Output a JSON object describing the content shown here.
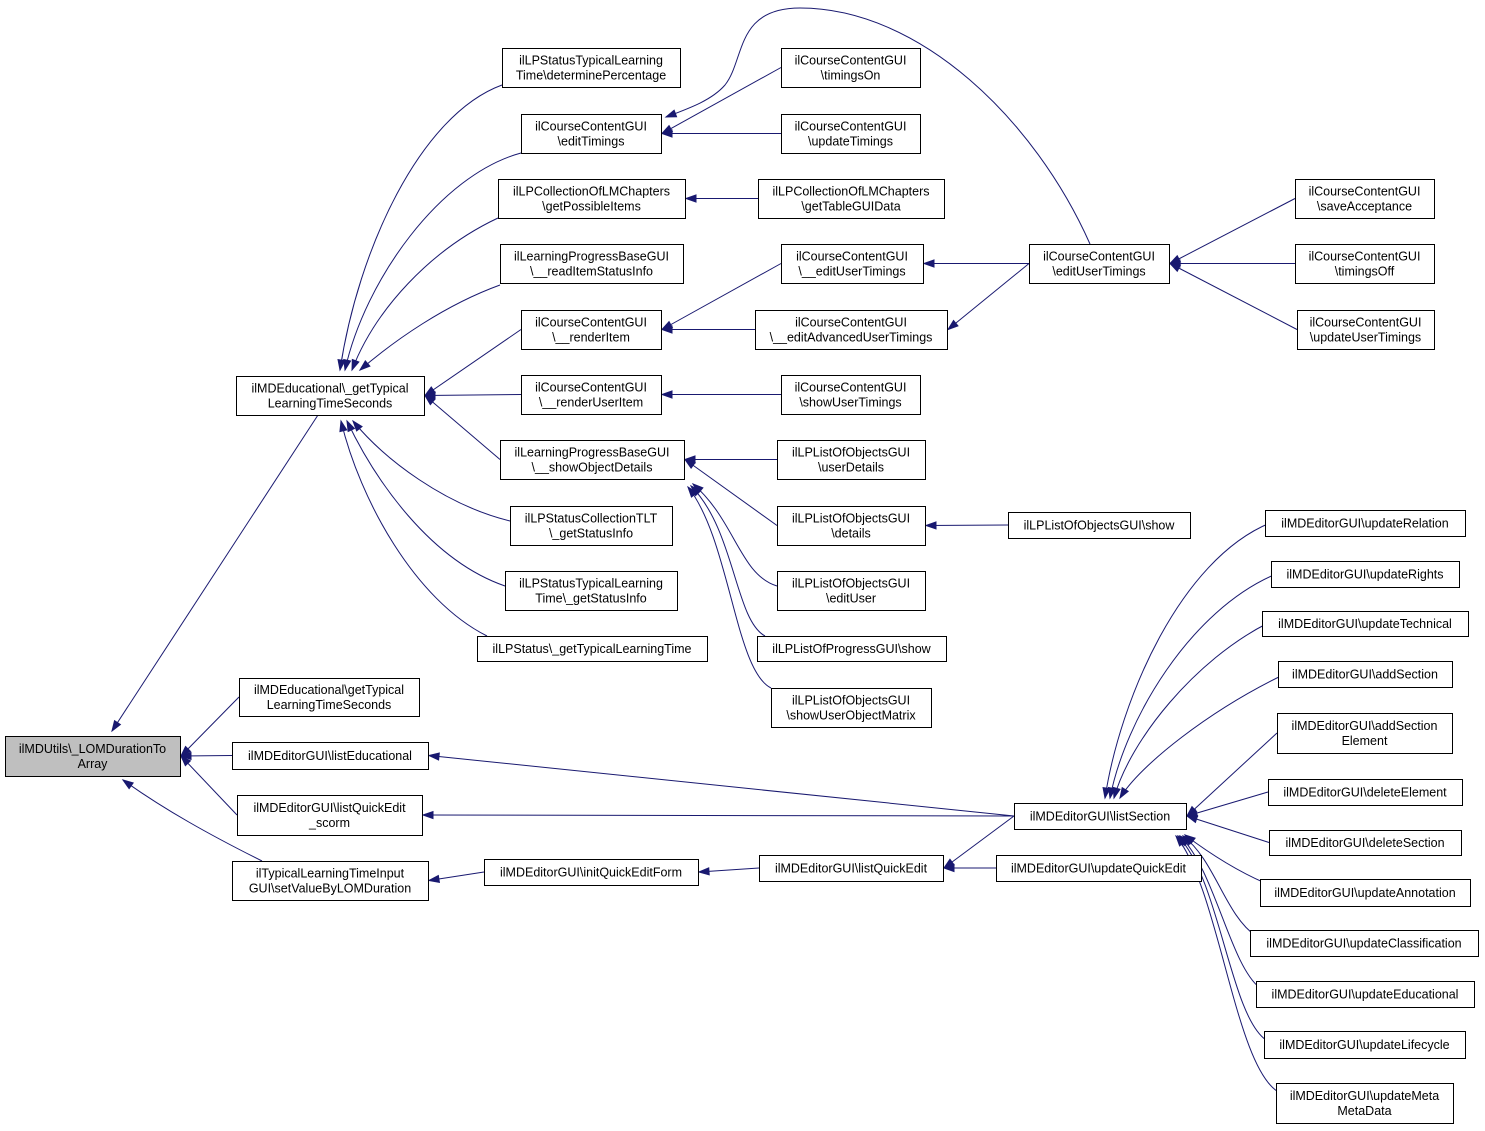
{
  "diagram": {
    "nodes": [
      {
        "id": "root",
        "lines": [
          "ilMDUtils\\_LOMDurationTo",
          "Array"
        ]
      },
      {
        "id": "ed_get",
        "lines": [
          "ilMDEducational\\_getTypical",
          "LearningTimeSeconds"
        ]
      },
      {
        "id": "ed_get2",
        "lines": [
          "ilMDEducational\\getTypical",
          "LearningTimeSeconds"
        ]
      },
      {
        "id": "listEdu",
        "lines": [
          "ilMDEditorGUI\\listEducational"
        ]
      },
      {
        "id": "listQES",
        "lines": [
          "ilMDEditorGUI\\listQuickEdit",
          "_scorm"
        ]
      },
      {
        "id": "tlt",
        "lines": [
          "ilTypicalLearningTimeInput",
          "GUI\\setValueByLOMDuration"
        ]
      },
      {
        "id": "lpsDet",
        "lines": [
          "ilLPStatusTypicalLearning",
          "Time\\determinePercentage"
        ]
      },
      {
        "id": "ccEditT",
        "lines": [
          "ilCourseContentGUI",
          "\\editTimings"
        ]
      },
      {
        "id": "lpcGet",
        "lines": [
          "ilLPCollectionOfLMChapters",
          "\\getPossibleItems"
        ]
      },
      {
        "id": "lpbRead",
        "lines": [
          "ilLearningProgressBaseGUI",
          "\\__readItemStatusInfo"
        ]
      },
      {
        "id": "ccRender",
        "lines": [
          "ilCourseContentGUI",
          "\\__renderItem"
        ]
      },
      {
        "id": "ccRenderU",
        "lines": [
          "ilCourseContentGUI",
          "\\__renderUserItem"
        ]
      },
      {
        "id": "lpbShow",
        "lines": [
          "ilLearningProgressBaseGUI",
          "\\__showObjectDetails"
        ]
      },
      {
        "id": "lpsColl",
        "lines": [
          "ilLPStatusCollectionTLT",
          "\\_getStatusInfo"
        ]
      },
      {
        "id": "lpsTyp",
        "lines": [
          "ilLPStatusTypicalLearning",
          "Time\\_getStatusInfo"
        ]
      },
      {
        "id": "lpsGetTLT",
        "lines": [
          "ilLPStatus\\_getTypicalLearningTime"
        ]
      },
      {
        "id": "ccTOn",
        "lines": [
          "ilCourseContentGUI",
          "\\timingsOn"
        ]
      },
      {
        "id": "ccUpdT",
        "lines": [
          "ilCourseContentGUI",
          "\\updateTimings"
        ]
      },
      {
        "id": "lpcTable",
        "lines": [
          "ilLPCollectionOfLMChapters",
          "\\getTableGUIData"
        ]
      },
      {
        "id": "ccEUT2",
        "lines": [
          "ilCourseContentGUI",
          "\\__editUserTimings"
        ]
      },
      {
        "id": "ccEAdv",
        "lines": [
          "ilCourseContentGUI",
          "\\__editAdvancedUserTimings"
        ]
      },
      {
        "id": "ccShowUT",
        "lines": [
          "ilCourseContentGUI",
          "\\showUserTimings"
        ]
      },
      {
        "id": "lploUser",
        "lines": [
          "ilLPListOfObjectsGUI",
          "\\userDetails"
        ]
      },
      {
        "id": "lploDet",
        "lines": [
          "ilLPListOfObjectsGUI",
          "\\details"
        ]
      },
      {
        "id": "lploEdit",
        "lines": [
          "ilLPListOfObjectsGUI",
          "\\editUser"
        ]
      },
      {
        "id": "lppShow",
        "lines": [
          "ilLPListOfProgressGUI\\show"
        ]
      },
      {
        "id": "lploMatrix",
        "lines": [
          "ilLPListOfObjectsGUI",
          "\\showUserObjectMatrix"
        ]
      },
      {
        "id": "ccEUT",
        "lines": [
          "ilCourseContentGUI",
          "\\editUserTimings"
        ]
      },
      {
        "id": "lploShow",
        "lines": [
          "ilLPListOfObjectsGUI\\show"
        ]
      },
      {
        "id": "ccSave",
        "lines": [
          "ilCourseContentGUI",
          "\\saveAcceptance"
        ]
      },
      {
        "id": "ccTOff",
        "lines": [
          "ilCourseContentGUI",
          "\\timingsOff"
        ]
      },
      {
        "id": "ccUpdUT",
        "lines": [
          "ilCourseContentGUI",
          "\\updateUserTimings"
        ]
      },
      {
        "id": "initQE",
        "lines": [
          "ilMDEditorGUI\\initQuickEditForm"
        ]
      },
      {
        "id": "listQE",
        "lines": [
          "ilMDEditorGUI\\listQuickEdit"
        ]
      },
      {
        "id": "listSec",
        "lines": [
          "ilMDEditorGUI\\listSection"
        ]
      },
      {
        "id": "updQE",
        "lines": [
          "ilMDEditorGUI\\updateQuickEdit"
        ]
      },
      {
        "id": "updRel",
        "lines": [
          "ilMDEditorGUI\\updateRelation"
        ]
      },
      {
        "id": "updRights",
        "lines": [
          "ilMDEditorGUI\\updateRights"
        ]
      },
      {
        "id": "updTech",
        "lines": [
          "ilMDEditorGUI\\updateTechnical"
        ]
      },
      {
        "id": "addSec",
        "lines": [
          "ilMDEditorGUI\\addSection"
        ]
      },
      {
        "id": "addSecEl",
        "lines": [
          "ilMDEditorGUI\\addSection",
          "Element"
        ]
      },
      {
        "id": "delEl",
        "lines": [
          "ilMDEditorGUI\\deleteElement"
        ]
      },
      {
        "id": "delSec",
        "lines": [
          "ilMDEditorGUI\\deleteSection"
        ]
      },
      {
        "id": "updAnn",
        "lines": [
          "ilMDEditorGUI\\updateAnnotation"
        ]
      },
      {
        "id": "updClass",
        "lines": [
          "ilMDEditorGUI\\updateClassification"
        ]
      },
      {
        "id": "updEdu",
        "lines": [
          "ilMDEditorGUI\\updateEducational"
        ]
      },
      {
        "id": "updLife",
        "lines": [
          "ilMDEditorGUI\\updateLifecycle"
        ]
      },
      {
        "id": "updMeta",
        "lines": [
          "ilMDEditorGUI\\updateMeta",
          "MetaData"
        ]
      }
    ],
    "edges": [
      [
        "ed_get",
        "root"
      ],
      [
        "ed_get2",
        "root"
      ],
      [
        "listEdu",
        "root"
      ],
      [
        "listQES",
        "root"
      ],
      [
        "tlt",
        "root"
      ],
      [
        "lpsDet",
        "ed_get"
      ],
      [
        "ccEditT",
        "ed_get"
      ],
      [
        "lpcGet",
        "ed_get"
      ],
      [
        "lpbRead",
        "ed_get"
      ],
      [
        "ccRender",
        "ed_get"
      ],
      [
        "ccRenderU",
        "ed_get"
      ],
      [
        "lpbShow",
        "ed_get"
      ],
      [
        "lpsColl",
        "ed_get"
      ],
      [
        "lpsTyp",
        "ed_get"
      ],
      [
        "lpsGetTLT",
        "ed_get"
      ],
      [
        "ccTOn",
        "ccEditT"
      ],
      [
        "ccUpdT",
        "ccEditT"
      ],
      [
        "ccEUT",
        "ccEditT"
      ],
      [
        "lpcTable",
        "lpcGet"
      ],
      [
        "ccEUT2",
        "ccRender"
      ],
      [
        "ccEAdv",
        "ccRender"
      ],
      [
        "ccShowUT",
        "ccRenderU"
      ],
      [
        "lploUser",
        "lpbShow"
      ],
      [
        "lploDet",
        "lpbShow"
      ],
      [
        "lploEdit",
        "lpbShow"
      ],
      [
        "lppShow",
        "lpbShow"
      ],
      [
        "lploMatrix",
        "lpbShow"
      ],
      [
        "ccEUT",
        "ccEUT2"
      ],
      [
        "ccEUT",
        "ccEAdv"
      ],
      [
        "lploShow",
        "lploDet"
      ],
      [
        "ccSave",
        "ccEUT"
      ],
      [
        "ccTOff",
        "ccEUT"
      ],
      [
        "ccUpdUT",
        "ccEUT"
      ],
      [
        "listSec",
        "listEdu"
      ],
      [
        "listSec",
        "listQES"
      ],
      [
        "initQE",
        "tlt"
      ],
      [
        "listQE",
        "initQE"
      ],
      [
        "listSec",
        "listQE"
      ],
      [
        "updQE",
        "listQE"
      ],
      [
        "updRel",
        "listSec"
      ],
      [
        "updRights",
        "listSec"
      ],
      [
        "updTech",
        "listSec"
      ],
      [
        "addSec",
        "listSec"
      ],
      [
        "addSecEl",
        "listSec"
      ],
      [
        "delEl",
        "listSec"
      ],
      [
        "delSec",
        "listSec"
      ],
      [
        "updAnn",
        "listSec"
      ],
      [
        "updClass",
        "listSec"
      ],
      [
        "updEdu",
        "listSec"
      ],
      [
        "updLife",
        "listSec"
      ],
      [
        "updMeta",
        "listSec"
      ]
    ]
  }
}
